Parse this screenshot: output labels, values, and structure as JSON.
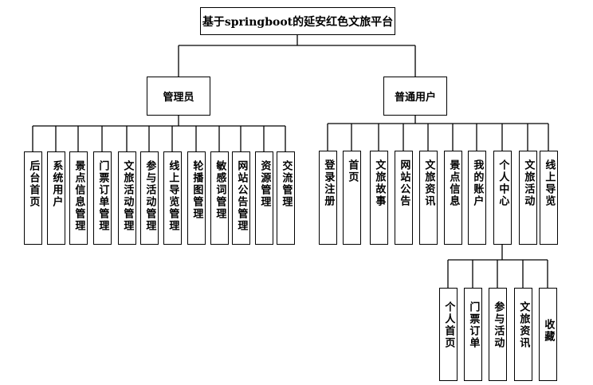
{
  "root": {
    "label": "基于springboot的延安红色文旅平台"
  },
  "groups": [
    {
      "label": "管理员",
      "items": [
        "后台首页",
        "系统用户",
        "景点信息管理",
        "门票订单管理",
        "文旅活动管理",
        "参与活动管理",
        "线上导览管理",
        "轮播图管理",
        "敏感词管理",
        "网站公告管理",
        "资源管理",
        "交流管理"
      ]
    },
    {
      "label": "普通用户",
      "items": [
        "登录注册",
        "首页",
        "文旅故事",
        "网站公告",
        "文旅资讯",
        "景点信息",
        "我的账户",
        "个人中心",
        "文旅活动",
        "线上导览"
      ]
    }
  ],
  "personal_center": {
    "items": [
      "个人首页",
      "门票订单",
      "参与活动",
      "文旅资讯",
      "收藏"
    ]
  }
}
